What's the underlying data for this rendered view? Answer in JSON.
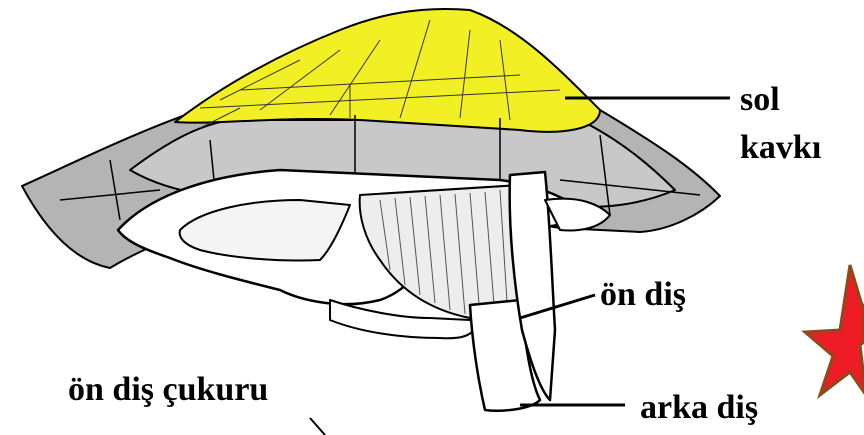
{
  "labels": {
    "sol_kavki": [
      "sol",
      "kavkı"
    ],
    "on_dis": "ön diş",
    "arka_dis": "arka diş",
    "on_dis_cukuru": "ön diş çukuru"
  },
  "colors": {
    "top_shell": "#f2f024",
    "middle_band": "#c8c8c8",
    "rim": "#b4b4b4",
    "outline": "#000000",
    "star_fill": "#ee1c24",
    "star_outline": "#8b4a1a"
  },
  "icons": {
    "marker": "red-star-icon"
  }
}
